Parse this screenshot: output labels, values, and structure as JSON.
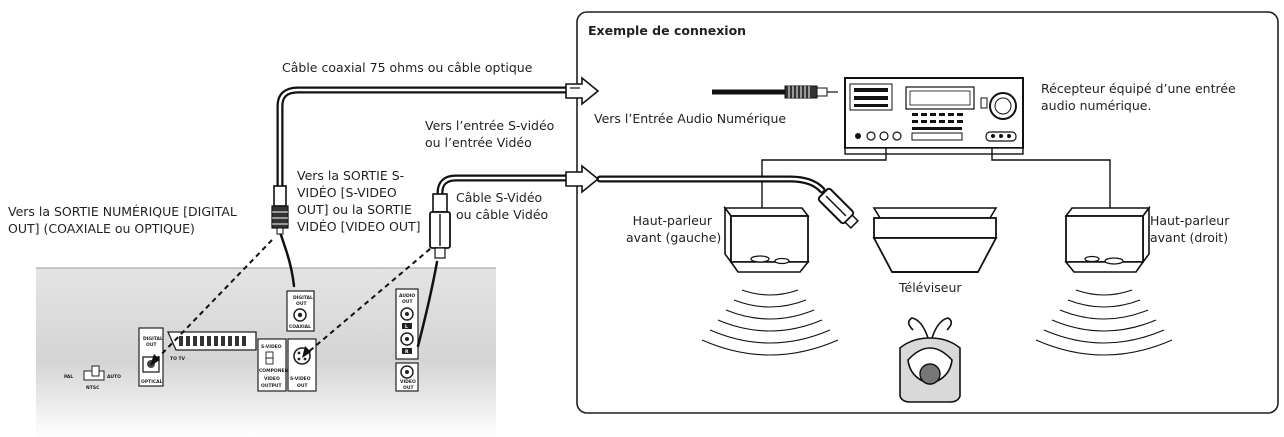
{
  "connection_box": {
    "title": "Exemple de connexion"
  },
  "labels": {
    "coaxial_cable": "Câble coaxial 75 ohms ou câble optique",
    "digital_out": [
      "Vers la SORTIE NUMÉRIQUE [DIGITAL",
      "OUT] (COAXIALE ou OPTIQUE)"
    ],
    "svideo_out": [
      "Vers la SORTIE S-",
      "VIDÉO [S-VIDEO",
      "OUT] ou la SORTIE",
      "VIDÉO [VIDEO OUT]"
    ],
    "svideo_in": [
      "Vers l’entrée S-vidéo",
      "ou l’entrée Vidéo"
    ],
    "svideo_cable": [
      "Câble S-Vidéo",
      "ou câble Vidéo"
    ],
    "digital_audio_in": "Vers l’Entrée Audio Numérique",
    "receiver": [
      "Récepteur équipé d’une entrée",
      "audio numérique."
    ],
    "speaker_left": [
      "Haut-parleur",
      "avant (gauche)"
    ],
    "speaker_right": [
      "Haut-parleur",
      "avant (droit)"
    ],
    "tv": "Téléviseur"
  },
  "panel_labels": {
    "digital_out": [
      "DIGITAL",
      "OUT"
    ],
    "optical": "OPTICAL",
    "to_tv": "TO TV",
    "pal": "PAL",
    "ntsc": "NTSC",
    "auto": "AUTO",
    "svideo": "S-VIDEO",
    "component": "COMPONENT",
    "video_output": [
      "VIDEO",
      "OUTPUT"
    ],
    "svideo_out": [
      "S-VIDEO",
      "OUT"
    ],
    "digital_out_coax": [
      "DIGITAL",
      "OUT"
    ],
    "coaxial": "COAXIAL",
    "audio_out": [
      "AUDIO",
      "OUT"
    ],
    "l": "L",
    "r": "R",
    "video_out": [
      "VIDEO",
      "OUT"
    ]
  }
}
